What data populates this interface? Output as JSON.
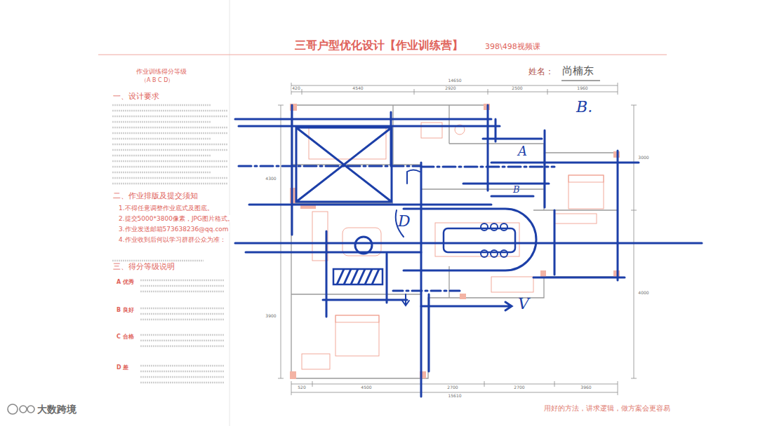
{
  "diagram": {
    "title": "三哥户型优化设计【作业训练营】",
    "labels": [
      "398\\498视频课",
      "姓名：",
      "尚楠东",
      "作业训练得分等级",
      "（A B C D）",
      "一、设计要求",
      "二、作业排版及提交须知",
      "1.不得任意调整作业底式及图底。",
      "2.提交5000*3800像素，JPG图片格式。",
      "3.作业发送邮箱573638236@qq.com",
      "4.作业收到后何以学习群群公众为准：",
      "三、得分等级说明",
      "A 优秀",
      "B 良好",
      "C 合格",
      "D 差",
      "14650",
      "420",
      "4540",
      "2920",
      "2500",
      "1960",
      "520",
      "4500",
      "2700",
      "2700",
      "3960",
      "15610",
      "3000",
      "4000",
      "4300",
      "3900",
      "B.",
      "A",
      "B",
      "D",
      "V",
      "用好的方法，讲求逻辑，做方案会更容易",
      "大数跨境"
    ]
  }
}
